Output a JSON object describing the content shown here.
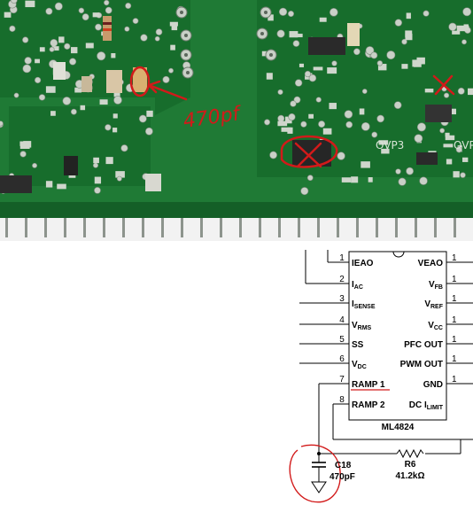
{
  "photo": {
    "annotation": "470pf",
    "silkscreen": [
      "OVP3",
      "OVP"
    ],
    "colors": {
      "board": "#1f7a35",
      "copper_dark": "#0f5a22",
      "pad": "#c8cfc6",
      "ink": "#d21a1a"
    }
  },
  "schematic": {
    "chip_name": "ML4824",
    "left_pins": [
      {
        "num": "1",
        "label": "IEAO",
        "sub": ""
      },
      {
        "num": "2",
        "label": "I",
        "sub": "AC"
      },
      {
        "num": "3",
        "label": "I",
        "sub": "SENSE"
      },
      {
        "num": "4",
        "label": "V",
        "sub": "RMS"
      },
      {
        "num": "5",
        "label": "SS",
        "sub": ""
      },
      {
        "num": "6",
        "label": "V",
        "sub": "DC"
      },
      {
        "num": "7",
        "label": "RAMP 1",
        "sub": ""
      },
      {
        "num": "8",
        "label": "RAMP 2",
        "sub": ""
      }
    ],
    "right_pins": [
      {
        "num": "1",
        "label": "VEAO",
        "sub": ""
      },
      {
        "num": "1",
        "label": "V",
        "sub": "FB"
      },
      {
        "num": "1",
        "label": "V",
        "sub": "REF"
      },
      {
        "num": "1",
        "label": "V",
        "sub": "CC"
      },
      {
        "num": "1",
        "label": "PFC OUT",
        "sub": ""
      },
      {
        "num": "1",
        "label": "PWM OUT",
        "sub": ""
      },
      {
        "num": "1",
        "label": "GND",
        "sub": ""
      },
      {
        "num": "",
        "label": "DC I",
        "sub": "LIMIT"
      }
    ],
    "capacitor": {
      "ref": "C18",
      "value": "470pF"
    },
    "resistor": {
      "ref": "R6",
      "value": "41.2kΩ"
    }
  }
}
